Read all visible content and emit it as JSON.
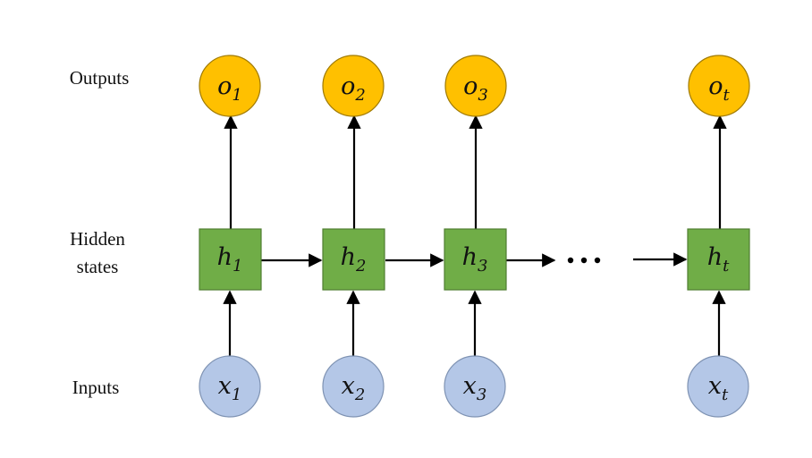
{
  "row_labels": {
    "outputs": "Outputs",
    "hidden_line1": "Hidden",
    "hidden_line2": "states",
    "inputs": "Inputs"
  },
  "ellipsis": "•••",
  "colors": {
    "output_fill": "#FFC000",
    "output_stroke": "#A07A00",
    "hidden_fill": "#70AD47",
    "hidden_stroke": "#507E32",
    "input_fill": "#B4C7E7",
    "input_stroke": "#7F93B3",
    "arrow": "#000000"
  },
  "nodes": {
    "outputs": [
      {
        "base": "o",
        "sub": "1"
      },
      {
        "base": "o",
        "sub": "2"
      },
      {
        "base": "o",
        "sub": "3"
      },
      {
        "base": "o",
        "sub": "t"
      }
    ],
    "hidden": [
      {
        "base": "h",
        "sub": "1"
      },
      {
        "base": "h",
        "sub": "2"
      },
      {
        "base": "h",
        "sub": "3"
      },
      {
        "base": "h",
        "sub": "t"
      }
    ],
    "inputs": [
      {
        "base": "x",
        "sub": "1"
      },
      {
        "base": "x",
        "sub": "2"
      },
      {
        "base": "x",
        "sub": "3"
      },
      {
        "base": "x",
        "sub": "t"
      }
    ]
  }
}
